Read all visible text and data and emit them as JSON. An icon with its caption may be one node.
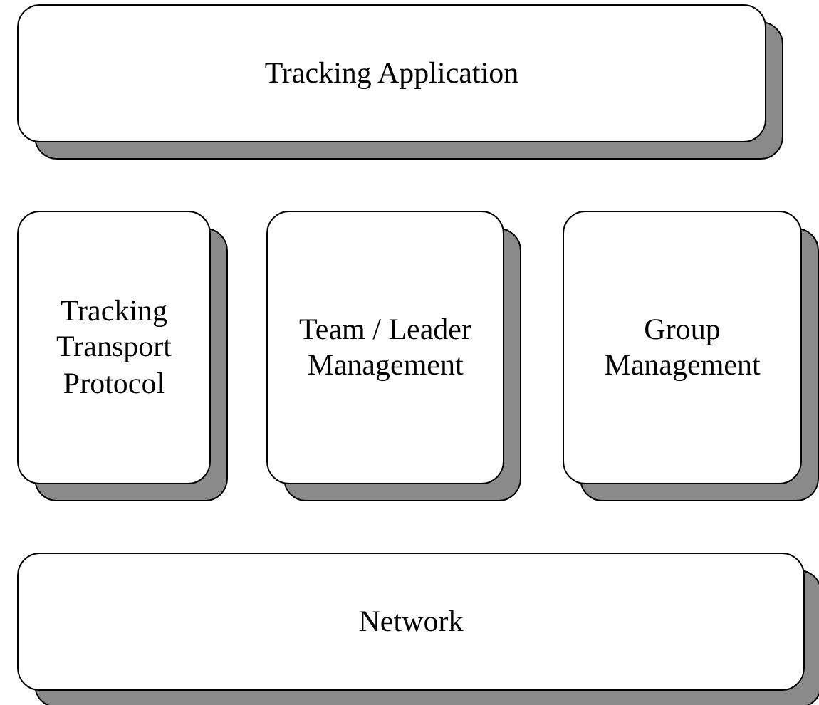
{
  "diagram": {
    "nodes": [
      {
        "text": [
          "Tracking Application"
        ]
      },
      {
        "text": [
          "Tracking Transport Protocol"
        ]
      },
      {
        "text": [
          "Team / Leader Management"
        ]
      },
      {
        "text": [
          "Group Management"
        ]
      },
      {
        "text": [
          "Network"
        ]
      }
    ]
  }
}
